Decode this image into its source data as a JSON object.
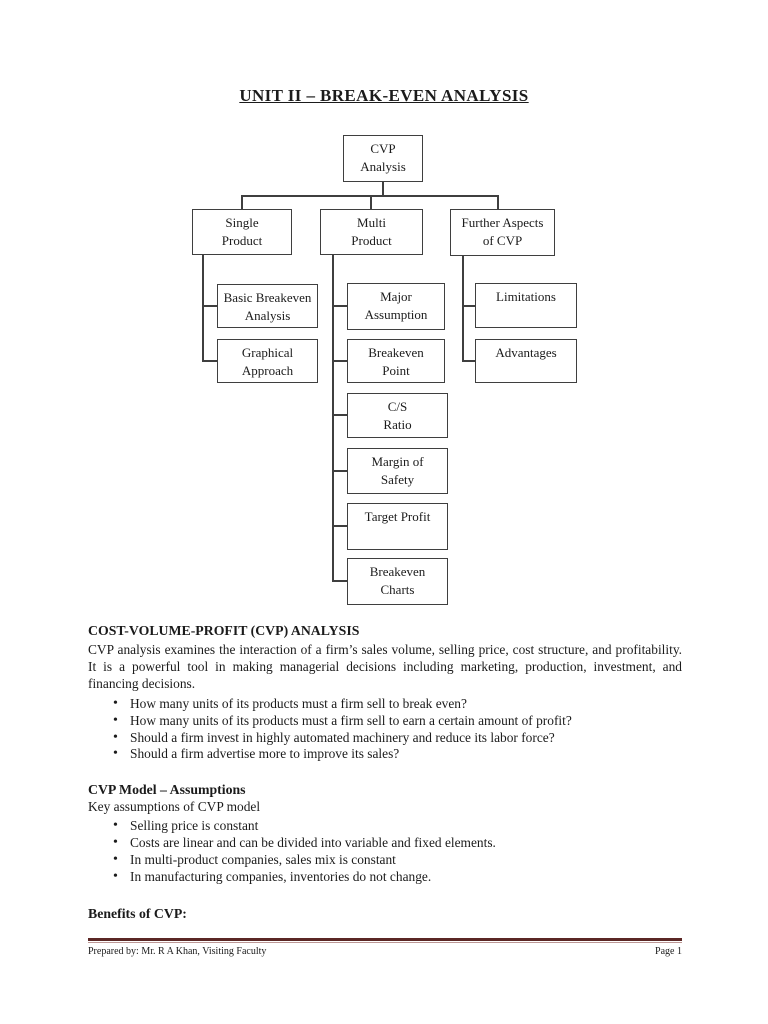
{
  "title": "UNIT II – BREAK-EVEN ANALYSIS",
  "bullet_glyph": "•",
  "flowchart": {
    "root": {
      "label": "CVP\nAnalysis"
    },
    "branches": [
      {
        "label": "Single\nProduct",
        "children": [
          "Basic Breakeven\nAnalysis",
          "Graphical\nApproach"
        ]
      },
      {
        "label": "Multi\nProduct",
        "children": [
          "Major\nAssumption",
          "Breakeven\nPoint",
          "C/S\nRatio",
          "Margin of\nSafety",
          "Target Profit",
          "Breakeven\nCharts"
        ]
      },
      {
        "label": "Further Aspects\nof CVP",
        "children": [
          "Limitations",
          "Advantages"
        ]
      }
    ]
  },
  "sections": [
    {
      "heading": "COST-VOLUME-PROFIT (CVP) ANALYSIS",
      "body": "CVP analysis examines the interaction of a firm’s sales volume, selling price, cost structure, and profitability. It is a powerful tool in making managerial decisions including marketing, production, investment, and financing decisions.",
      "bullets": [
        "How many units of its products must a firm sell to break even?",
        "How many units of its products must a firm sell to earn a certain amount of profit?",
        "Should a firm invest in highly automated machinery and reduce its labor force?",
        "Should a firm advertise more to improve its sales?"
      ]
    },
    {
      "heading": "CVP Model – Assumptions",
      "body": "Key assumptions of CVP model",
      "bullets": [
        "Selling price is constant",
        "Costs are linear and can be divided into variable and fixed elements.",
        "In multi-product companies, sales mix is constant",
        "In manufacturing companies, inventories do not change."
      ]
    },
    {
      "heading": "Benefits of CVP:"
    }
  ],
  "footer": {
    "left": "Prepared by: Mr. R A Khan, Visiting Faculty",
    "right": "Page 1"
  },
  "colors": {
    "footer_rule_dark": "#5b2725",
    "footer_rule_light": "#bd9896",
    "box_border": "#3f3f3f"
  }
}
